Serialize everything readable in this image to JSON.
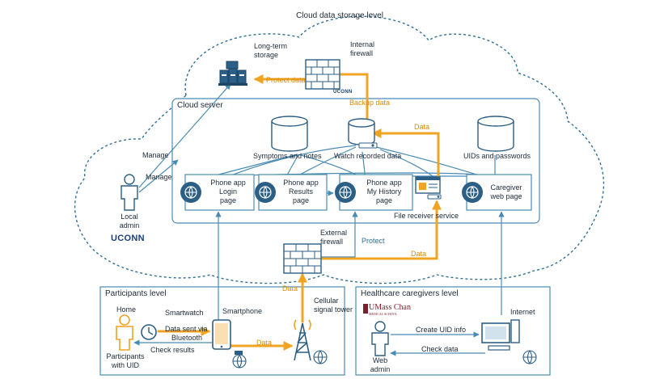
{
  "regions": {
    "cloud_title": "Cloud data storage level",
    "cloud_server": "Cloud server",
    "participants_level": "Participants level",
    "caregivers_level": "Healthcare caregivers level"
  },
  "cloud": {
    "long_term_storage": [
      "Long-term",
      "storage"
    ],
    "internal_firewall": [
      "Internal",
      "firewall"
    ],
    "uconn_small": "UCONN",
    "protect_data": "Protect data",
    "backup_data": "Backup data"
  },
  "server": {
    "db_symptoms": "Symptoms and notes",
    "db_watch": "Watch recorded data",
    "db_uids": "UIDs and passwords",
    "data_label": "Data",
    "file_receiver": "File receiver service",
    "login_page": {
      "l1": "Phone app",
      "l2": "Login",
      "l3": "page"
    },
    "results_page": {
      "l1": "Phone app",
      "l2": "Results",
      "l3": "page"
    },
    "history_page": {
      "l1": "Phone app",
      "l2": "My History",
      "l3": "page"
    },
    "caregiver_page": {
      "l1": "Caregiver",
      "l2": "web page"
    }
  },
  "admin": {
    "manage1": "Manage",
    "manage2": "Manage",
    "local_admin": [
      "Local",
      "admin"
    ],
    "uconn_logo": "UCONN"
  },
  "network": {
    "external_firewall": [
      "External",
      "firewall"
    ],
    "protect": "Protect",
    "data_right": "Data",
    "data_up": "Data",
    "cellular_tower": [
      "Cellular",
      "signal tower"
    ]
  },
  "participants": {
    "home": "Home",
    "participants_uid": [
      "Participants",
      "with UID"
    ],
    "smartwatch": "Smartwatch",
    "data_sent": [
      "Data sent via",
      "Bluetooth"
    ],
    "smartphone": "Smartphone",
    "check_results": "Check results",
    "data": "Data"
  },
  "caregivers": {
    "logo_main": "UMass Chan",
    "logo_sub": "MEDICAL SCHOOL",
    "internet": "Internet",
    "create_uid": "Create UID info",
    "check_data": "Check data",
    "web_admin": [
      "Web",
      "admin"
    ]
  },
  "colors": {
    "blue_line": "#4a8bb3",
    "dark_blue": "#2c5f86",
    "orange": "#f0a422",
    "cloud_dash": "#2f6f96",
    "icon_fill": "#2d5f86"
  }
}
